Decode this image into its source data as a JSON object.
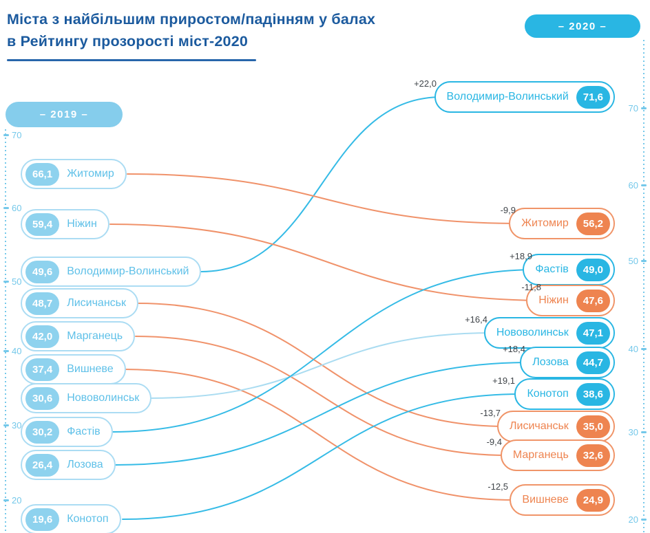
{
  "title": {
    "line1": "Міста з найбільшим приростом/падінням у балах",
    "line2": "в Рейтингу прозорості міст-2020"
  },
  "badges": {
    "year_2019": "– 2019 –",
    "year_2020": "– 2020 –"
  },
  "axis": {
    "left_ticks": [
      "70",
      "60",
      "50",
      "40",
      "30",
      "20"
    ],
    "right_ticks": [
      "70",
      "60",
      "50",
      "40",
      "30",
      "20"
    ]
  },
  "left": [
    {
      "value": "66,1",
      "city": "Житомир"
    },
    {
      "value": "59,4",
      "city": "Ніжин"
    },
    {
      "value": "49,6",
      "city": "Володимир-Волинський"
    },
    {
      "value": "48,7",
      "city": "Лисичанськ"
    },
    {
      "value": "42,0",
      "city": "Марганець"
    },
    {
      "value": "37,4",
      "city": "Вишневе"
    },
    {
      "value": "30,6",
      "city": "Нововолинськ"
    },
    {
      "value": "30,2",
      "city": "Фастів"
    },
    {
      "value": "26,4",
      "city": "Лозова"
    },
    {
      "value": "19,6",
      "city": "Конотоп"
    }
  ],
  "right": [
    {
      "delta": "+22,0",
      "city": "Володимир-Волинський",
      "value": "71,6"
    },
    {
      "delta": "-9,9",
      "city": "Житомир",
      "value": "56,2"
    },
    {
      "delta": "+18,9",
      "city": "Фастів",
      "value": "49,0"
    },
    {
      "delta": "-11,8",
      "city": "Ніжин",
      "value": "47,6"
    },
    {
      "delta": "+16,4",
      "city": "Нововолинськ",
      "value": "47,1"
    },
    {
      "delta": "+18,4",
      "city": "Лозова",
      "value": "44,7"
    },
    {
      "delta": "+19,1",
      "city": "Конотоп",
      "value": "38,6"
    },
    {
      "delta": "-13,7",
      "city": "Лисичанськ",
      "value": "35,0"
    },
    {
      "delta": "-9,4",
      "city": "Марганець",
      "value": "32,6"
    },
    {
      "delta": "-12,5",
      "city": "Вишневе",
      "value": "24,9"
    }
  ],
  "chart_data": {
    "type": "line",
    "variant": "slopegraph",
    "title": "Міста з найбільшим приростом/падінням у балах в Рейтингу прозорості міст-2020",
    "x": [
      "2019",
      "2020"
    ],
    "axis_ticks": [
      70,
      60,
      50,
      40,
      30,
      20
    ],
    "ylim": [
      20,
      72
    ],
    "series": [
      {
        "name": "Володимир-Волинський",
        "values": [
          49.6,
          71.6
        ],
        "delta": 22.0,
        "direction": "up"
      },
      {
        "name": "Житомир",
        "values": [
          66.1,
          56.2
        ],
        "delta": -9.9,
        "direction": "down"
      },
      {
        "name": "Ніжин",
        "values": [
          59.4,
          47.6
        ],
        "delta": -11.8,
        "direction": "down"
      },
      {
        "name": "Лисичанськ",
        "values": [
          48.7,
          35.0
        ],
        "delta": -13.7,
        "direction": "down"
      },
      {
        "name": "Марганець",
        "values": [
          42.0,
          32.6
        ],
        "delta": -9.4,
        "direction": "down"
      },
      {
        "name": "Вишневе",
        "values": [
          37.4,
          24.9
        ],
        "delta": -12.5,
        "direction": "down"
      },
      {
        "name": "Нововолинськ",
        "values": [
          30.6,
          47.1
        ],
        "delta": 16.4,
        "direction": "up"
      },
      {
        "name": "Фастів",
        "values": [
          30.2,
          49.0
        ],
        "delta": 18.9,
        "direction": "up"
      },
      {
        "name": "Лозова",
        "values": [
          26.4,
          44.7
        ],
        "delta": 18.4,
        "direction": "up"
      },
      {
        "name": "Конотоп",
        "values": [
          19.6,
          38.6
        ],
        "delta": 19.1,
        "direction": "up"
      }
    ],
    "legend": "blue line/pill = score increased in 2020, orange line/pill = score decreased"
  },
  "colors": {
    "title": "#1b5a9e",
    "rule": "#2766ab",
    "cyan": "#29b6e3",
    "cyan-line": "#35bbe6",
    "cyan-light": "#8ed2ee",
    "badge-2019": "#85cdec",
    "left-border": "#abdcf3",
    "left-text": "#5ec0e8",
    "orange": "#ee8450",
    "orange-border": "#f09468",
    "orange-line": "#f0926a",
    "line-light": "#aadcf1",
    "tick": "#74c8ea",
    "delta": "#3f4449"
  }
}
